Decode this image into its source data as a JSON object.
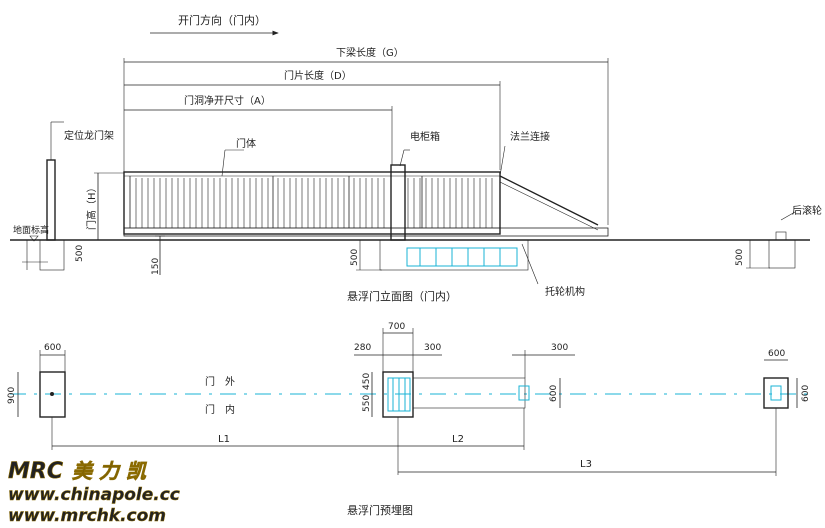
{
  "elevation": {
    "direction_label": "开门方向（门内）",
    "dim_G": "下梁长度（G）",
    "dim_D": "门片长度（D）",
    "dim_A": "门洞净开尺寸（A）",
    "label_positioning": "定位龙门架",
    "label_door_body": "门体",
    "label_cabinet": "电柜箱",
    "label_flange": "法兰连接",
    "label_rear_wheel": "后滚轮",
    "label_height": "门高（H）",
    "label_ground": "地面标高",
    "label_support_wheel": "托轮机构",
    "dim_500_left": "500",
    "dim_150": "150",
    "dim_500_mid": "500",
    "dim_500_right": "500",
    "title": "悬浮门立面图（门内）"
  },
  "plan": {
    "dim_600_a": "600",
    "dim_900": "900",
    "label_outside": "门　外",
    "label_inside": "门　内",
    "dim_700": "700",
    "dim_280": "280",
    "dim_300_a": "300",
    "dim_450": "450",
    "dim_550": "550",
    "dim_300_b": "300",
    "dim_600_b": "600",
    "dim_600_c": "600",
    "dim_600_d": "600",
    "dim_L1": "L1",
    "dim_L2": "L2",
    "dim_L3": "L3",
    "title": "悬浮门预埋图"
  },
  "watermark": {
    "brand_latin": "MRC",
    "brand_cn": "美 力 凯",
    "url1": "www.chinapole.cc",
    "url2": "www.mrchk.com"
  }
}
